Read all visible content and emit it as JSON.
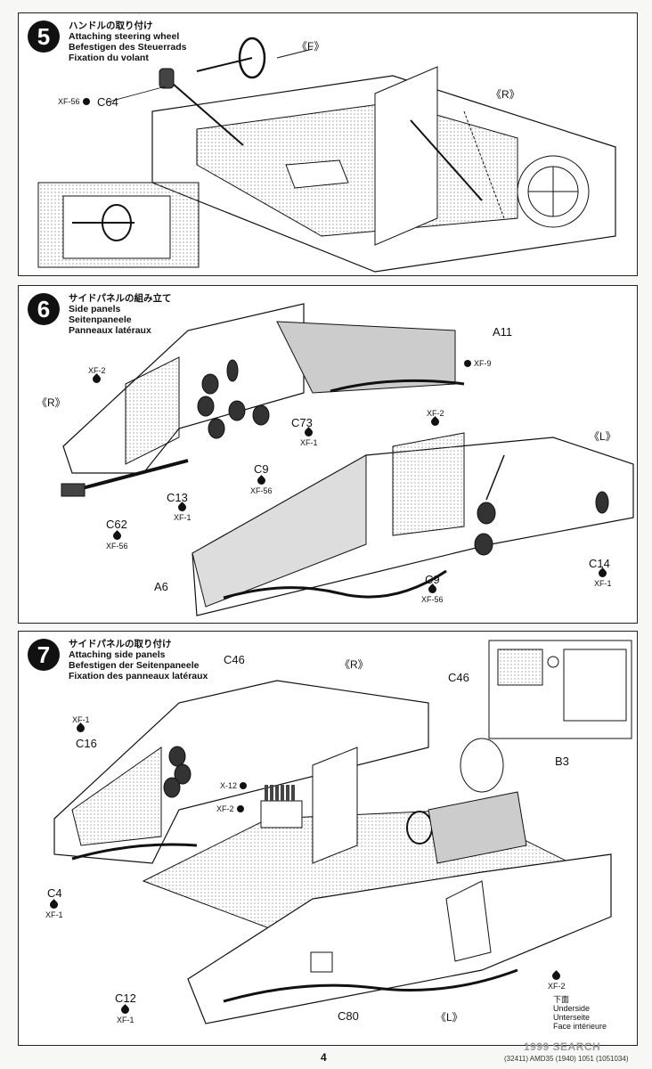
{
  "steps": [
    {
      "number": "5",
      "titles": [
        "ハンドルの取り付け",
        "Attaching steering wheel",
        "Befestigen des Steuerrads",
        "Fixation du volant"
      ],
      "labels": {
        "front": "《F》",
        "rear": "《R》",
        "part_c64": "C64",
        "paint_c64": "XF-56"
      }
    },
    {
      "number": "6",
      "titles": [
        "サイドパネルの組み立て",
        "Side panels",
        "Seitenpaneele",
        "Panneaux latéraux"
      ],
      "labels": {
        "right": "《R》",
        "left": "《L》",
        "a11": "A11",
        "a11_paint": "XF-9",
        "xf2_a": "XF-2",
        "xf2_b": "XF-2",
        "c73": "C73",
        "c73_paint": "XF-1",
        "c9_a": "C9",
        "c9_a_paint": "XF-56",
        "c13": "C13",
        "c13_paint": "XF-1",
        "c62": "C62",
        "c62_paint": "XF-56",
        "a6": "A6",
        "c9_b": "C9",
        "c9_b_paint": "XF-56",
        "c14": "C14",
        "c14_paint": "XF-1"
      }
    },
    {
      "number": "7",
      "titles": [
        "サイドパネルの取り付け",
        "Attaching side panels",
        "Befestigen der Seitenpaneele",
        "Fixation des panneaux latéraux"
      ],
      "labels": {
        "c46_main": "C46",
        "right": "《R》",
        "c46_inset": "C46",
        "xf1_c16": "XF-1",
        "c16": "C16",
        "b3": "B3",
        "x12": "X-12",
        "xf2_x12": "XF-2",
        "c4": "C4",
        "c4_paint": "XF-1",
        "c12": "C12",
        "c12_paint": "XF-1",
        "c80": "C80",
        "left": "《L》",
        "xf2_under": "XF-2",
        "underside": [
          "下面",
          "Underside",
          "Unterseite",
          "Face intérieure"
        ]
      }
    }
  ],
  "footer": {
    "page_number": "4",
    "code": "(32411) AMD35 (1940) 1051 (1051034)",
    "watermark": "1999 SEARCH"
  }
}
